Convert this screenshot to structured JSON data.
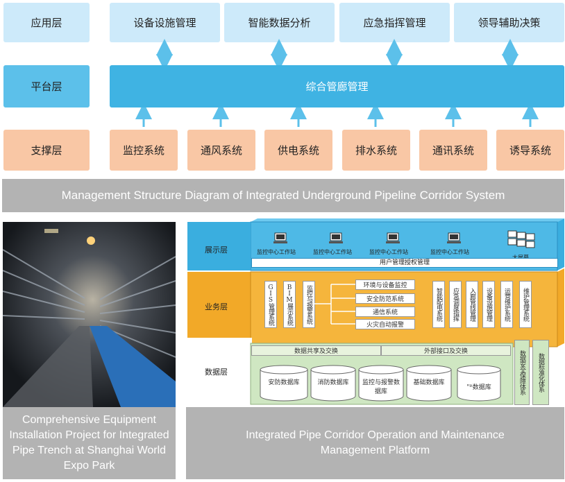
{
  "top": {
    "app_label": "应用层",
    "apps": [
      "设备设施管理",
      "智能数据分析",
      "应急指挥管理",
      "领导辅助决策"
    ],
    "platform_label": "平台层",
    "platform_main": "综合管廊管理",
    "support_label": "支撑层",
    "supports": [
      "监控系统",
      "通风系统",
      "供电系统",
      "排水系统",
      "通讯系统",
      "诱导系统"
    ],
    "caption": "Management Structure Diagram of Integrated Underground Pipeline Corridor System"
  },
  "photo": {
    "caption": "Comprehensive Equipment Installation Project for Integrated Pipe Trench at Shanghai World Expo Park"
  },
  "platform": {
    "caption": "Integrated Pipe Corridor Operation and Maintenance Management Platform",
    "display_layer": {
      "label": "展示层",
      "workstations": [
        "监控中心工作站",
        "监控中心工作站",
        "监控中心工作站",
        "监控中心工作站"
      ],
      "big_screen": "大屏幕",
      "user_mgmt": "用户管理授权管理"
    },
    "business_layer": {
      "label": "业务层",
      "systems_left": [
        "GIS管理系统",
        "BIM展示系统",
        "监控与报警系统"
      ],
      "sub_items": [
        "环境与设备监控",
        "安全防范系统",
        "通信系统",
        "火灾自动报警"
      ],
      "systems_right": [
        "智能配电系统",
        "应急调度指挥",
        "入廊管线管理",
        "设备设施管理",
        "运营维护系统",
        "维护管理系统"
      ]
    },
    "data_layer": {
      "label": "数据层",
      "share": "数据共享及交换",
      "external": "外部接口及交换",
      "databases": [
        "安防数据库",
        "消防数据库",
        "监控与报警数据库",
        "基础数据库",
        "\"ᴿ数据库"
      ],
      "security": "数据安全保障体系",
      "standard": "数据标准化体系"
    }
  },
  "colors": {
    "app": "#cdeafa",
    "platform": "#3fb3e3",
    "support": "#f9c7a5",
    "caption": "#b3b3b3",
    "display": "#3aaedf",
    "business": "#f2a928",
    "data": "#cfe7c2"
  }
}
